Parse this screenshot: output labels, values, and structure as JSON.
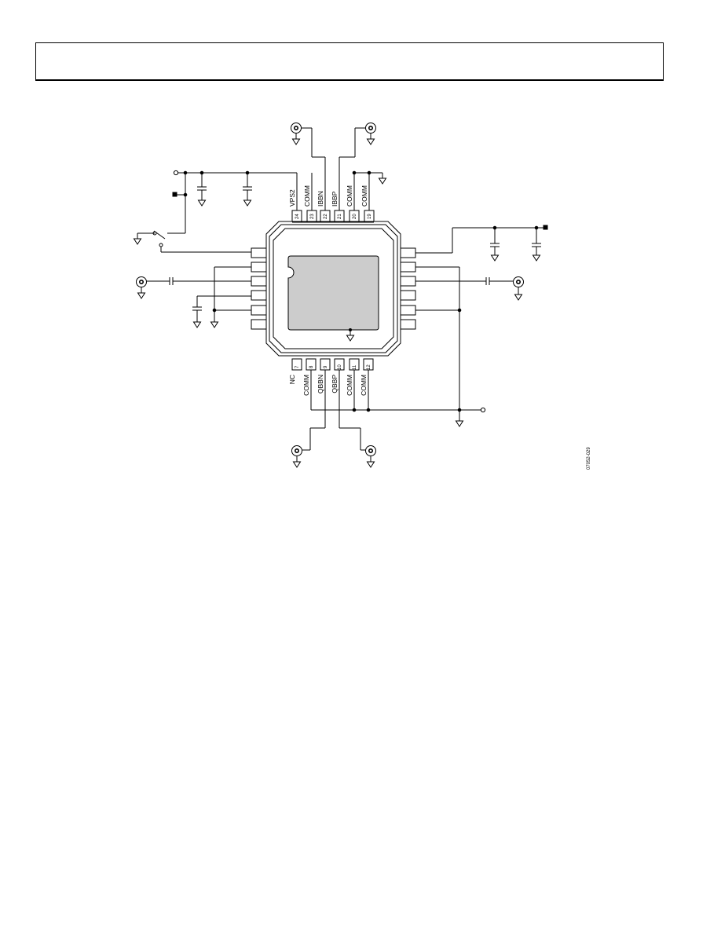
{
  "diagram": {
    "top_pins": [
      {
        "num": "24",
        "label": "VPS2"
      },
      {
        "num": "23",
        "label": "COMM"
      },
      {
        "num": "22",
        "label": "IBBN"
      },
      {
        "num": "21",
        "label": "IBBP"
      },
      {
        "num": "20",
        "label": "COMM"
      },
      {
        "num": "19",
        "label": "COMM"
      }
    ],
    "bottom_pins": [
      {
        "num": "7",
        "label": "NC"
      },
      {
        "num": "8",
        "label": "COMM"
      },
      {
        "num": "9",
        "label": "QBBN"
      },
      {
        "num": "10",
        "label": "QBBP"
      },
      {
        "num": "11",
        "label": "COMM"
      },
      {
        "num": "12",
        "label": "COMM"
      }
    ],
    "figure_id": "07052-029"
  }
}
